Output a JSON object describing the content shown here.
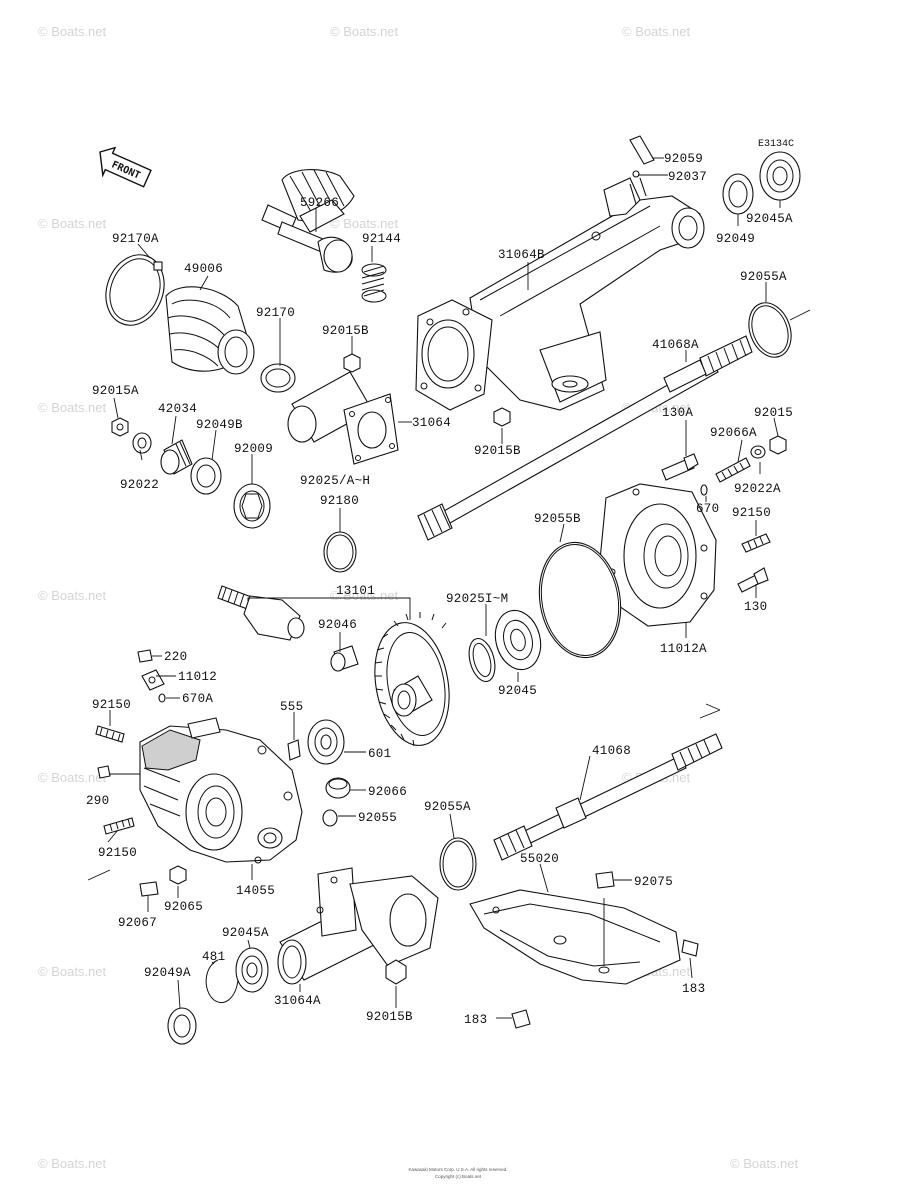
{
  "diagram": {
    "code": "E3134C",
    "front_label": "FRONT",
    "watermark": "© Boats.net",
    "copyright_line1": "Kawasaki Motors Corp. U.S.A. All rights reserved.",
    "copyright_line2": "Copyright (c) Boats.net"
  },
  "parts": [
    {
      "id": "p59266",
      "number": "59266"
    },
    {
      "id": "p92144",
      "number": "92144"
    },
    {
      "id": "p92059",
      "number": "92059"
    },
    {
      "id": "p92037",
      "number": "92037"
    },
    {
      "id": "p92049",
      "number": "92049"
    },
    {
      "id": "p92045A_top",
      "number": "92045A"
    },
    {
      "id": "p92170A",
      "number": "92170A"
    },
    {
      "id": "p49006",
      "number": "49006"
    },
    {
      "id": "p31064B",
      "number": "31064B"
    },
    {
      "id": "p92055A_top",
      "number": "92055A"
    },
    {
      "id": "p92170",
      "number": "92170"
    },
    {
      "id": "p92015B_a",
      "number": "92015B"
    },
    {
      "id": "p41068A",
      "number": "41068A"
    },
    {
      "id": "p92015A",
      "number": "92015A"
    },
    {
      "id": "p42034",
      "number": "42034"
    },
    {
      "id": "p92049B",
      "number": "92049B"
    },
    {
      "id": "p31064",
      "number": "31064"
    },
    {
      "id": "p130A",
      "number": "130A"
    },
    {
      "id": "p92015",
      "number": "92015"
    },
    {
      "id": "p92066A",
      "number": "92066A"
    },
    {
      "id": "p92009",
      "number": "92009"
    },
    {
      "id": "p92015B_b",
      "number": "92015B"
    },
    {
      "id": "p92022",
      "number": "92022"
    },
    {
      "id": "p92025",
      "number": "92025/A~H"
    },
    {
      "id": "p92022A",
      "number": "92022A"
    },
    {
      "id": "p670",
      "number": "670"
    },
    {
      "id": "p92180",
      "number": "92180"
    },
    {
      "id": "p92055B",
      "number": "92055B"
    },
    {
      "id": "p92150_r",
      "number": "92150"
    },
    {
      "id": "p13101",
      "number": "13101"
    },
    {
      "id": "p92025IM",
      "number": "92025I~M"
    },
    {
      "id": "p130",
      "number": "130"
    },
    {
      "id": "p92046",
      "number": "92046"
    },
    {
      "id": "p11012A",
      "number": "11012A"
    },
    {
      "id": "p220",
      "number": "220"
    },
    {
      "id": "p11012",
      "number": "11012"
    },
    {
      "id": "p92045",
      "number": "92045"
    },
    {
      "id": "p670A",
      "number": "670A"
    },
    {
      "id": "p92150_l1",
      "number": "92150"
    },
    {
      "id": "p555",
      "number": "555"
    },
    {
      "id": "p601",
      "number": "601"
    },
    {
      "id": "p41068",
      "number": "41068"
    },
    {
      "id": "p92066",
      "number": "92066"
    },
    {
      "id": "p290",
      "number": "290"
    },
    {
      "id": "p92055",
      "number": "92055"
    },
    {
      "id": "p92055A_b",
      "number": "92055A"
    },
    {
      "id": "p92150_l2",
      "number": "92150"
    },
    {
      "id": "p55020",
      "number": "55020"
    },
    {
      "id": "p14055",
      "number": "14055"
    },
    {
      "id": "p92075",
      "number": "92075"
    },
    {
      "id": "p92067",
      "number": "92067"
    },
    {
      "id": "p92065",
      "number": "92065"
    },
    {
      "id": "p92045A_b",
      "number": "92045A"
    },
    {
      "id": "p481",
      "number": "481"
    },
    {
      "id": "p92049A",
      "number": "92049A"
    },
    {
      "id": "p31064A",
      "number": "31064A"
    },
    {
      "id": "p183_r",
      "number": "183"
    },
    {
      "id": "p92015B_c",
      "number": "92015B"
    },
    {
      "id": "p183_b",
      "number": "183"
    }
  ]
}
